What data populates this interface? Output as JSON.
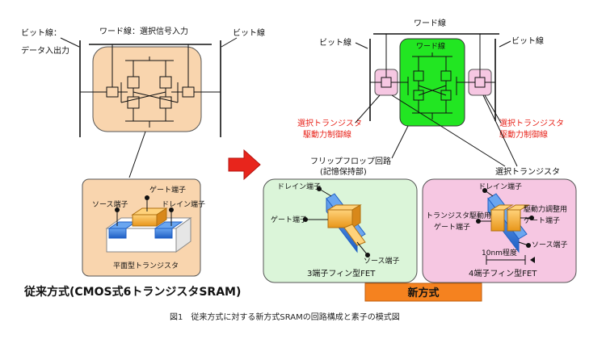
{
  "left": {
    "bit_line_label": "ビット線：",
    "data_io_label": "データ入出力",
    "word_line_label": "ワード線：選択信号入力",
    "bit_line_right_label": "ビット線",
    "gate_terminal": "ゲート端子",
    "source_terminal": "ソース端子",
    "drain_terminal": "ドレイン端子",
    "planar_transistor": "平面型トランジスタ",
    "title": "従来方式(CMOS式6トランジスタSRAM)"
  },
  "right": {
    "word_line_top": "ワード線",
    "bit_line_left": "ビット線",
    "bit_line_right": "ビット線",
    "word_line_inner": "ワード線",
    "sel_ctrl_left_1": "選択トランジスタ",
    "sel_ctrl_left_2": "駆動力制御線",
    "sel_ctrl_right_1": "選択トランジスタ",
    "sel_ctrl_right_2": "駆動力制御線",
    "flipflop_1": "フリップフロップ回路",
    "flipflop_2": "(記憶保持部)",
    "select_transistor": "選択トランジスタ",
    "fin3_drain": "ドレイン端子",
    "fin3_gate": "ゲート端子",
    "fin3_source": "ソース端子",
    "fin3_title": "3端子フィン型FET",
    "fin4_drain": "ドレイン端子",
    "fin4_drive_adjust": "駆動力調整用",
    "fin4_gate_right": "ゲート端子",
    "fin4_tr_drive": "トランジスタ駆動用",
    "fin4_gate_left": "ゲート端子",
    "fin4_source": "ソース端子",
    "fin4_dim": "10nm程度",
    "fin4_title": "4端子フィン型FET",
    "new_method": "新方式"
  },
  "caption": "図1　従来方式に対する新方式SRAMの回路構成と素子の模式図",
  "colors": {
    "peach": "#f9d5ae",
    "green_panel": "#dbf5d9",
    "bright_green": "#22e622",
    "pink": "#f6c7e2",
    "orange_badge": "#f5821f",
    "red_arrow": "#e8251c",
    "red_text": "#e8251c",
    "gold": "#f5a623",
    "blue": "#2f73d6"
  },
  "icons": {
    "arrow": "right-arrow-icon"
  }
}
